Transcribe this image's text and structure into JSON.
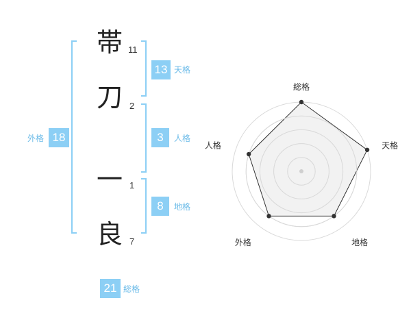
{
  "name": {
    "chars": [
      {
        "char": "帯",
        "strokes": "11"
      },
      {
        "char": "刀",
        "strokes": "2"
      },
      {
        "char": "一",
        "strokes": "1"
      },
      {
        "char": "良",
        "strokes": "7"
      }
    ]
  },
  "fortune": {
    "tenkaku": {
      "value": "13",
      "label": "天格"
    },
    "jinkaku": {
      "value": "3",
      "label": "人格"
    },
    "chikaku": {
      "value": "8",
      "label": "地格"
    },
    "gaikaku": {
      "value": "18",
      "label": "外格"
    },
    "soukaku": {
      "value": "21",
      "label": "総格"
    }
  },
  "chart_data": {
    "type": "radar",
    "axes": [
      "総格",
      "天格",
      "地格",
      "外格",
      "人格"
    ],
    "values": [
      5,
      5,
      4,
      4,
      4
    ],
    "max": 5,
    "rings": 5,
    "color": "#333333",
    "fill": "#eeeeee"
  }
}
